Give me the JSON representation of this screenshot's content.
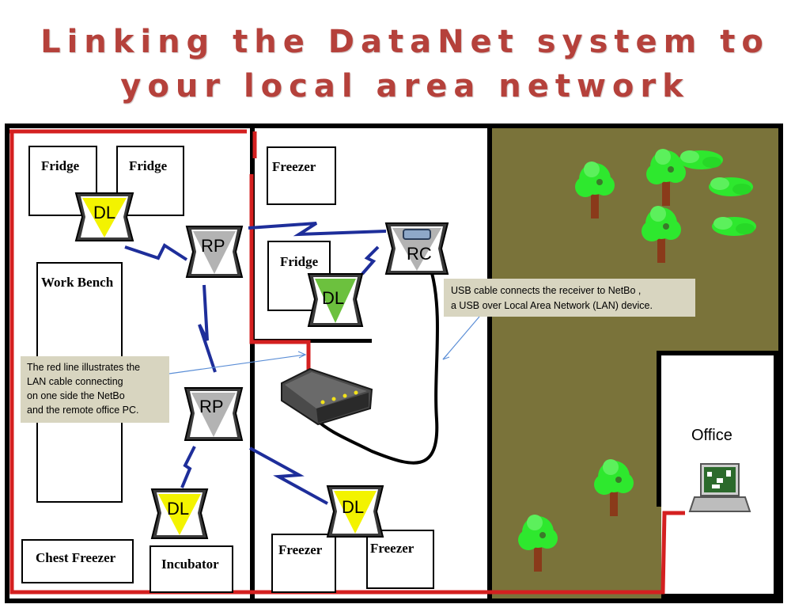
{
  "title": {
    "line1": "Linking the DataNet system to",
    "line2": "your local area network"
  },
  "rooms": {
    "fridge_1": "Fridge",
    "fridge_2": "Fridge",
    "freezer_top": "Freezer",
    "fridge_mid": "Fridge",
    "work_bench": "Work Bench",
    "chest_freezer": "Chest Freezer",
    "incubator": "Incubator",
    "freezer_bottom_1": "Freezer",
    "freezer_bottom_2": "Freezer",
    "office": "Office"
  },
  "devices": {
    "data_logger": "DL",
    "repeater": "RP",
    "receiver": "RC"
  },
  "notes": {
    "usb": [
      "USB cable connects the receiver to NetBo ,",
      "a USB over Local  Area Network (LAN) device."
    ],
    "lan": [
      "The red line illustrates the",
      "LAN cable connecting",
      "on one side the NetBo",
      "and the remote office  PC."
    ]
  },
  "colors": {
    "lan_cable": "#d42020",
    "wireless_link": "#1e2e9a",
    "outdoor": "#7a733a",
    "logger_yellow": "#f3f300",
    "logger_green": "#6cc13e",
    "note_bg": "#d8d5c0",
    "title": "#b5413b"
  }
}
